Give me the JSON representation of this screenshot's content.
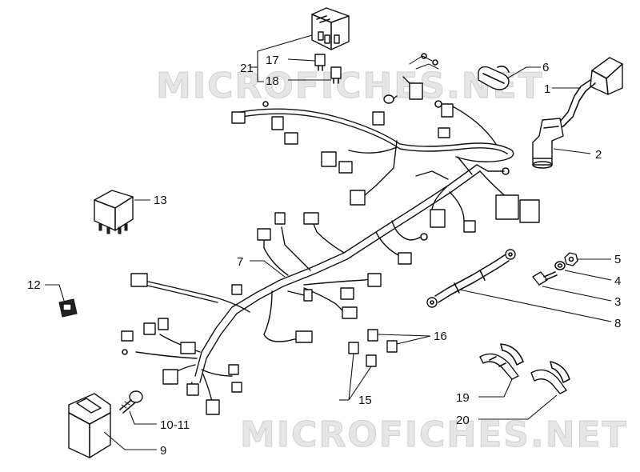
{
  "watermark": {
    "top_text": "MICROFICHES.NET",
    "bottom_text": "MICROFICHES.NET"
  },
  "callouts": {
    "c1": "1",
    "c2": "2",
    "c3": "3",
    "c4": "4",
    "c5": "5",
    "c6": "6",
    "c7": "7",
    "c8": "8",
    "c9": "9",
    "c10_11": "10-11",
    "c12": "12",
    "c13": "13",
    "c15": "15",
    "c16": "16",
    "c17": "17",
    "c18": "18",
    "c19": "19",
    "c20": "20",
    "c21": "21"
  },
  "colors": {
    "line": "#111111",
    "background": "#ffffff",
    "watermark": "#e6e6e6"
  }
}
